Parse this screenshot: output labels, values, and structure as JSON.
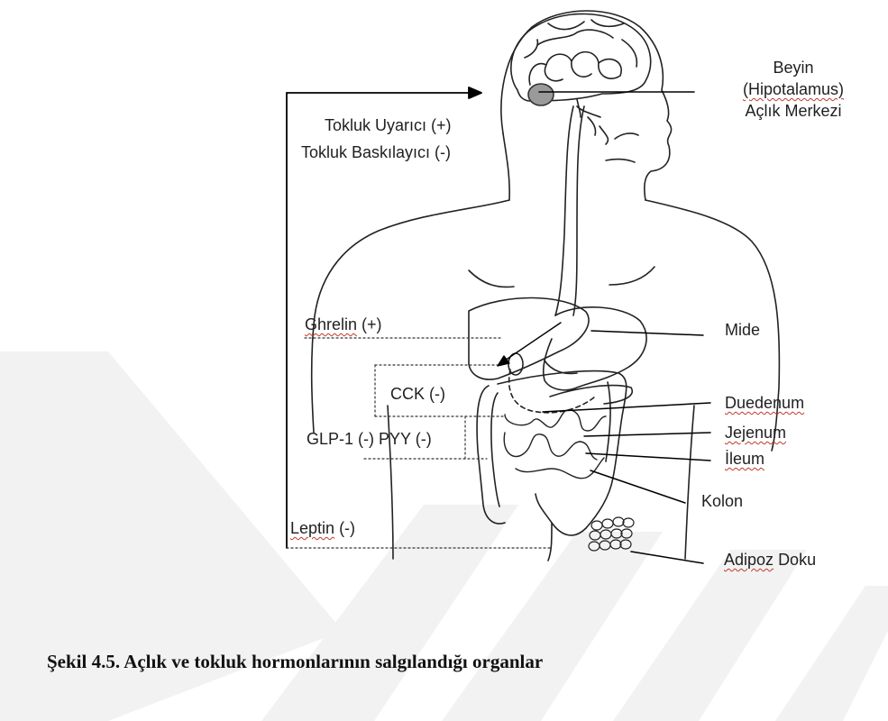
{
  "labels": {
    "beyin_line1": "Beyin",
    "beyin_line2": "(Hipotalamus)",
    "beyin_line3": "Açlık Merkezi",
    "tokluk_uyarici": "Tokluk Uyarıcı (+)",
    "tokluk_baskilayici": "Tokluk Baskılayıcı (-)",
    "ghrelin": "Ghrelin",
    "ghrelin_sign": "(+)",
    "cck": "CCK (-)",
    "glp_pyy": "GLP-1 (-) PYY (-)",
    "leptin": "Leptin",
    "leptin_sign": "(-)",
    "mide": "Mide",
    "duedenum": "Duedenum",
    "jejenum": "Jejenum",
    "ileum": "İleum",
    "kolon": "Kolon",
    "adipoz": "Adipoz",
    "doku": "Doku"
  },
  "caption": "Şekil 4.5. Açlık ve tokluk hormonlarının salgılandığı organlar"
}
